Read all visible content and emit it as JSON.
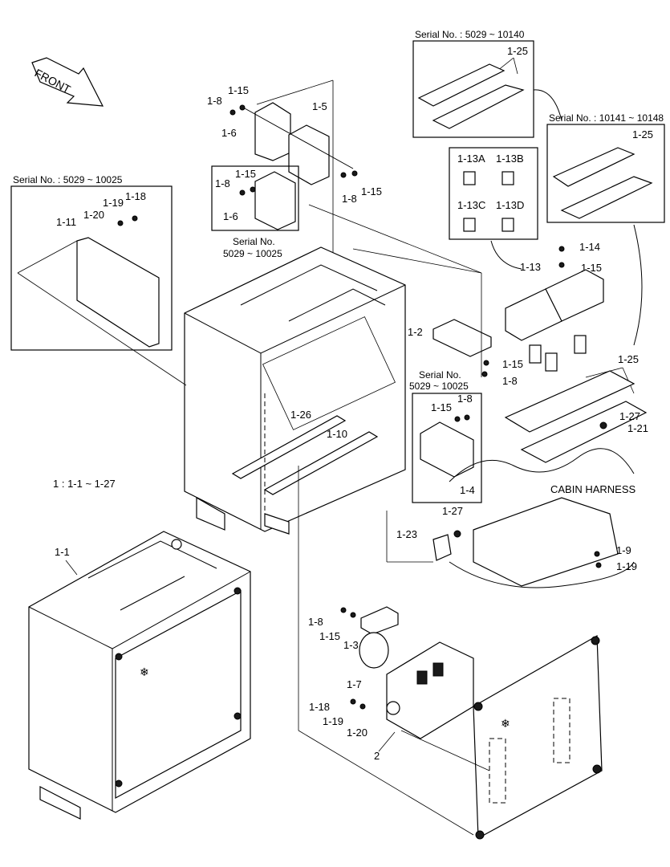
{
  "front_arrow": "FRONT",
  "scale_note": "1 : 1-1 ~ 1-27",
  "cabin_harness": "CABIN HARNESS",
  "serial_boxes": {
    "top_right_1": "Serial No. : 5029 ~ 10140",
    "top_right_2": "Serial No. : 10141 ~ 10148",
    "left": "Serial No. : 5029 ~ 10025",
    "middle_line1": "Serial No.",
    "middle_line2": "5029 ~ 10025",
    "center_line1": "Serial No.",
    "center_line2": "5029 ~ 10025"
  },
  "labels": {
    "p1_25a": "1-25",
    "p1_25b": "1-25",
    "p1_25c": "1-25",
    "p1_13a": "1-13A",
    "p1_13b": "1-13B",
    "p1_13c": "1-13C",
    "p1_13d": "1-13D",
    "p1_13": "1-13",
    "p1_14": "1-14",
    "p1_15a": "1-15",
    "p1_15b": "1-15",
    "p1_15c": "1-15",
    "p1_15d": "1-15",
    "p1_15e": "1-15",
    "p1_15f": "1-15",
    "p1_15g": "1-15",
    "p1_8a": "1-8",
    "p1_8b": "1-8",
    "p1_8c": "1-8",
    "p1_8d": "1-8",
    "p1_8e": "1-8",
    "p1_8f": "1-8",
    "p1_5": "1-5",
    "p1_6a": "1-6",
    "p1_6b": "1-6",
    "p1_19a": "1-19",
    "p1_19b": "1-19",
    "p1_19c": "1-19",
    "p1_18a": "1-18",
    "p1_18b": "1-18",
    "p1_20a": "1-20",
    "p1_20b": "1-20",
    "p1_11": "1-11",
    "p1_2": "1-2",
    "p1_26": "1-26",
    "p1_10": "1-10",
    "p1_4": "1-4",
    "p1_27a": "1-27",
    "p1_27b": "1-27",
    "p1_21": "1-21",
    "p1_23": "1-23",
    "p1_9": "1-9",
    "p1_1": "1-1",
    "p1_3": "1-3",
    "p1_7": "1-7",
    "p2": "2"
  }
}
